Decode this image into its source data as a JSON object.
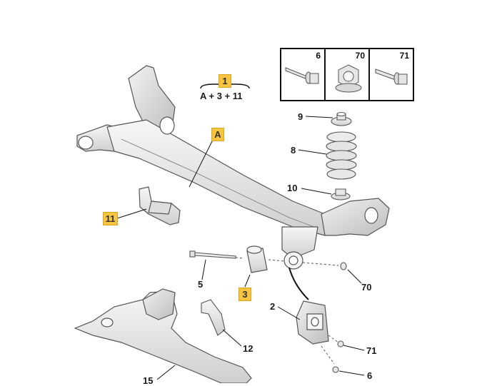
{
  "kit": {
    "ref": "1",
    "formula": "A + 3 + 11"
  },
  "fasteners": [
    {
      "ref": "6",
      "icon": "flange-bolt-icon"
    },
    {
      "ref": "70",
      "icon": "flange-nut-icon"
    },
    {
      "ref": "71",
      "icon": "flange-bolt-icon"
    }
  ],
  "callouts": {
    "axle": "A",
    "bracket_11": "11",
    "bush_3": "3",
    "cup_9": "9",
    "spring_8": "8",
    "pad_10": "10",
    "bolt_5": "5",
    "nut_70": "70",
    "mount_2": "2",
    "bolt_71": "71",
    "bolt_6": "6",
    "clip_12": "12",
    "shield_15": "15"
  },
  "colors": {
    "highlight": "#f5c542",
    "part_fill": "#ededed",
    "part_stroke": "#555555",
    "leader": "#111111"
  }
}
